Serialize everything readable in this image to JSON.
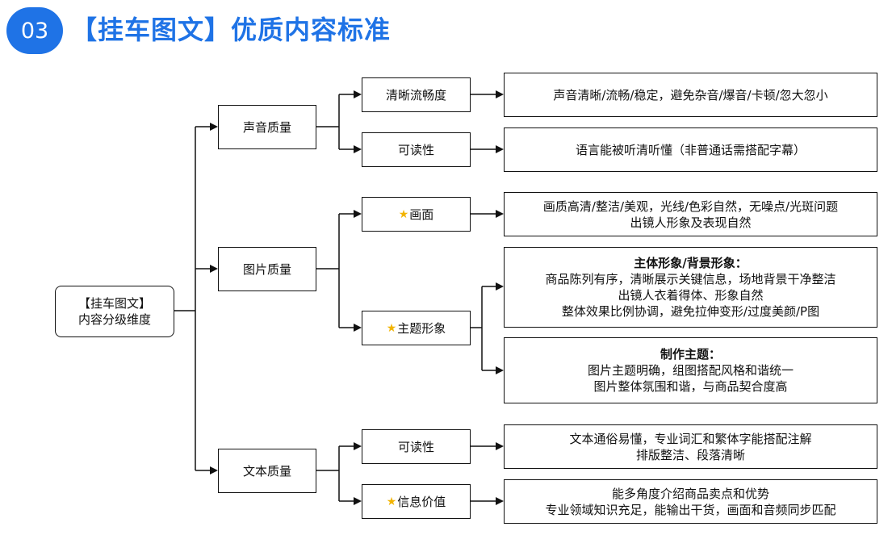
{
  "header": {
    "badge": "03",
    "title": "【挂车图文】优质内容标准"
  },
  "root": {
    "line1": "【挂车图文】",
    "line2": "内容分级维度"
  },
  "categories": [
    {
      "label": "声音质量"
    },
    {
      "label": "图片质量"
    },
    {
      "label": "文本质量"
    }
  ],
  "subs": [
    {
      "label": "清晰流畅度",
      "starred": false
    },
    {
      "label": "可读性",
      "starred": false
    },
    {
      "label": "画面",
      "starred": true
    },
    {
      "label": "主题形象",
      "starred": true
    },
    {
      "label": "可读性",
      "starred": false
    },
    {
      "label": "信息价值",
      "starred": true
    }
  ],
  "details": [
    {
      "lines": [
        "声音清晰/流畅/稳定，避免杂音/爆音/卡顿/忽大忽小"
      ]
    },
    {
      "lines": [
        "语言能被听清听懂（非普通话需搭配字幕）"
      ]
    },
    {
      "lines": [
        "画质高清/整洁/美观，光线/色彩自然，无噪点/光斑问题",
        "出镜人形象及表现自然"
      ]
    },
    {
      "heading": "主体形象/背景形象：",
      "lines": [
        "商品陈列有序，清晰展示关键信息，场地背景干净整洁",
        "出镜人衣着得体、形象自然",
        "整体效果比例协调，避免拉伸变形/过度美颜/P图"
      ]
    },
    {
      "heading": "制作主题：",
      "lines": [
        "图片主题明确，组图搭配风格和谐统一",
        "图片整体氛围和谐，与商品契合度高"
      ]
    },
    {
      "lines": [
        "文本通俗易懂，专业词汇和繁体字能搭配注解",
        "排版整洁、段落清晰"
      ]
    },
    {
      "lines": [
        "能多角度介绍商品卖点和优势",
        "专业领域知识充足，能输出干货，画面和音频同步匹配"
      ]
    }
  ],
  "colors": {
    "accent": "#1f73e6",
    "star": "#f2b400",
    "line": "#111111"
  },
  "icons": {
    "star": "star-icon",
    "arrow": "arrowhead"
  }
}
